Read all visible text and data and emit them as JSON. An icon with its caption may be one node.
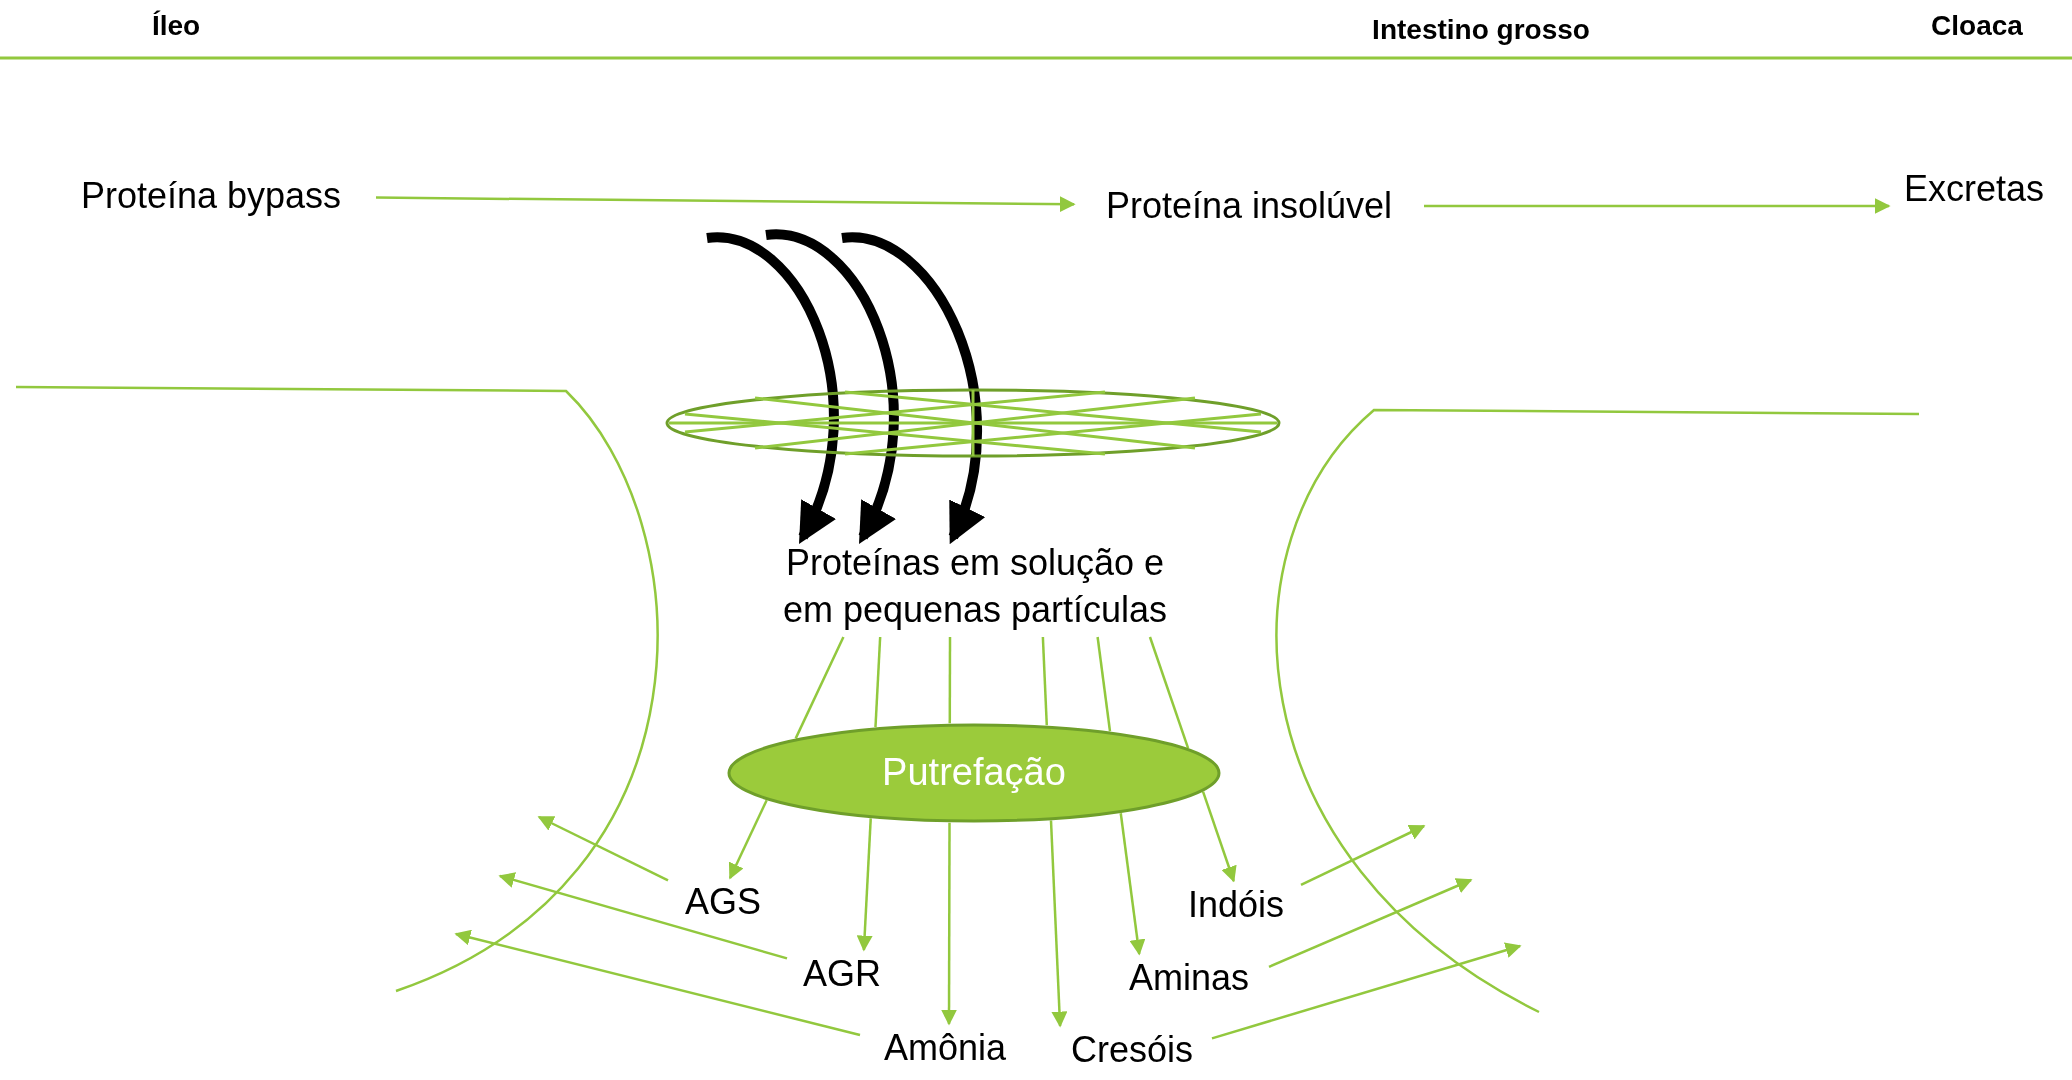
{
  "diagram": {
    "nodes": [
      {
        "text": [
          "Proteína bypass"
        ]
      },
      {
        "text": [
          "Proteína insolúvel"
        ]
      },
      {
        "text": [
          "Excretas"
        ]
      },
      {
        "text": [],
        "shape": "ellipse"
      },
      {
        "text": [
          "Proteínas em solução e em pequenas partículas"
        ]
      },
      {
        "text": [
          "Putrefação"
        ]
      },
      {
        "text": [
          "AGS"
        ]
      },
      {
        "text": [
          "Indóis"
        ]
      },
      {
        "text": [
          "AGR"
        ]
      },
      {
        "text": [
          "Aminas"
        ]
      },
      {
        "text": [
          "Amônia"
        ]
      },
      {
        "text": [
          "Cresóis"
        ]
      }
    ],
    "edges": [
      {
        "from": 0,
        "to": 1,
        "arrow": "to"
      },
      {
        "from": 1,
        "to": 2,
        "arrow": "to"
      },
      {
        "from": null,
        "to": 4,
        "arrow": "to",
        "style": "thick",
        "color": "#000000"
      },
      {
        "from": null,
        "to": 4,
        "arrow": "to",
        "style": "thick",
        "color": "#000000"
      },
      {
        "from": null,
        "to": 4,
        "arrow": "to",
        "style": "thick",
        "color": "#000000"
      },
      {
        "from": 4,
        "to": 5,
        "arrow": "none"
      },
      {
        "from": 4,
        "to": 5,
        "arrow": "none"
      },
      {
        "from": 4,
        "to": 5,
        "arrow": "none"
      },
      {
        "from": 4,
        "to": 5,
        "arrow": "none"
      },
      {
        "from": 4,
        "to": 5,
        "arrow": "none"
      },
      {
        "from": 4,
        "to": 5,
        "arrow": "none"
      },
      {
        "from": 5,
        "to": 6,
        "arrow": "to"
      },
      {
        "from": 5,
        "to": 8,
        "arrow": "to"
      },
      {
        "from": 5,
        "to": 10,
        "arrow": "to"
      },
      {
        "from": 5,
        "to": 11,
        "arrow": "to"
      },
      {
        "from": 5,
        "to": 9,
        "arrow": "to"
      },
      {
        "from": 5,
        "to": 7,
        "arrow": "to"
      },
      {
        "from": 6,
        "to": null,
        "arrow": "to"
      },
      {
        "from": 8,
        "to": null,
        "arrow": "to"
      },
      {
        "from": 10,
        "to": null,
        "arrow": "to"
      },
      {
        "from": 7,
        "to": null,
        "arrow": "to"
      },
      {
        "from": 9,
        "to": null,
        "arrow": "to"
      },
      {
        "from": 11,
        "to": null,
        "arrow": "to"
      }
    ],
    "labels": [
      "Íleo",
      "Intestino grosso",
      "Cloaca"
    ]
  }
}
